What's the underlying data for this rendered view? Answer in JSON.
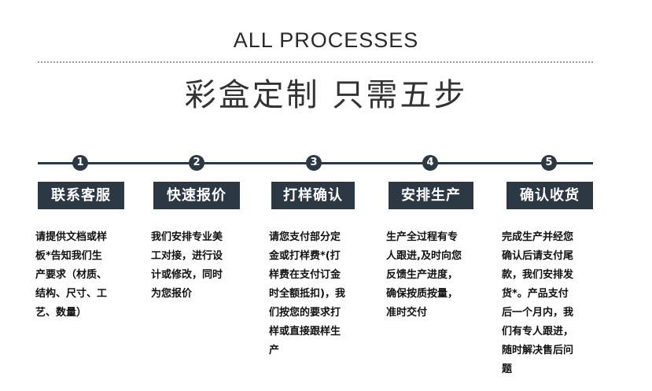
{
  "header": {
    "en_title": "ALL PROCESSES",
    "cn_title": "彩盒定制 只需五步"
  },
  "steps": [
    {
      "number": "1",
      "label": "联系客服",
      "desc": "请提供文档或样\n板*告知我们生\n产要求（材质、\n结构、尺寸、工\n艺、数量）"
    },
    {
      "number": "2",
      "label": "快速报价",
      "desc": "我们安排专业美\n工对接，进行设\n计或修改，同时\n为您报价"
    },
    {
      "number": "3",
      "label": "打样确认",
      "desc": "请您支付部分定\n金或打样费*(打\n样费在支付订金\n时全额抵扣)，我\n们按您的要求打\n样或直接跟样生\n产"
    },
    {
      "number": "4",
      "label": "安排生产",
      "desc": "生产全过程有专\n人跟进,及时向您\n反馈生产进度，\n确保按质按量，\n准时交付"
    },
    {
      "number": "5",
      "label": "确认收货",
      "desc": "完成生产并经您\n确认后请支付尾\n款，我们安排发\n货*。产品支付\n后一个月内，我\n们有专人跟进，\n随时解决售后问\n题"
    }
  ],
  "colors": {
    "accent": "#2d3845",
    "text": "#111111"
  }
}
